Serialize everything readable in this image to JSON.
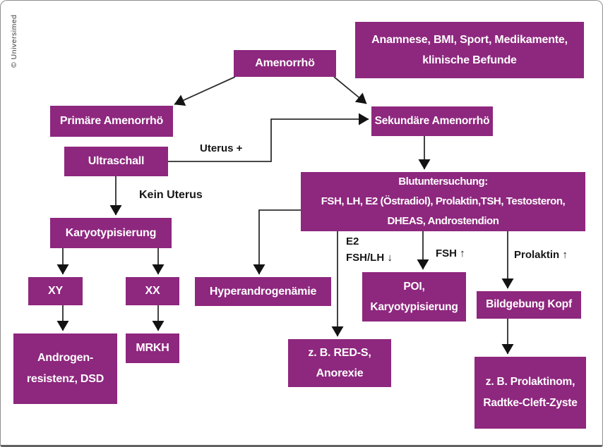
{
  "meta": {
    "copyright": "© Universimed"
  },
  "colors": {
    "node_bg": "#8E277E",
    "node_text": "#FFFFFF",
    "connector": "#2E2E2E",
    "frame_border": "#8E8E8E"
  },
  "nodes": {
    "amenorrhoe": {
      "label": "Amenorrhö"
    },
    "anamnese": {
      "lines": [
        "Anamnese, BMI, Sport, Medikamente,",
        "klinische Befunde"
      ]
    },
    "primaere_amenorrhoe": {
      "label": "Primäre Amenorrhö"
    },
    "sekundaere_amenorrhoe": {
      "label": "Sekundäre Amenorrhö"
    },
    "ultraschall": {
      "label": "Ultraschall"
    },
    "karyotypisierung": {
      "label": "Karyotypisierung"
    },
    "xy": {
      "label": "XY"
    },
    "xx": {
      "label": "XX"
    },
    "androgenresistenz": {
      "lines": [
        "Androgen-",
        "resistenz, DSD"
      ]
    },
    "mrkh": {
      "label": "MRKH"
    },
    "blutuntersuchung": {
      "lines": [
        "Blutuntersuchung:",
        "FSH, LH, E2 (Östradiol), Prolaktin,TSH, Testosteron,",
        "DHEAS, Androstendion"
      ]
    },
    "hyperandrogenaemie": {
      "label": "Hyperandrogenämie"
    },
    "poi": {
      "lines": [
        "POI,",
        "Karyotypisierung"
      ]
    },
    "bildgebung_kopf": {
      "label": "Bildgebung Kopf"
    },
    "reds": {
      "lines": [
        "z. B. RED-S,",
        "Anorexie"
      ]
    },
    "prolaktinom": {
      "lines": [
        "z. B. Prolaktinom,",
        "Radtke-Cleft-Zyste"
      ]
    }
  },
  "edge_labels": {
    "uterus_plus": "Uterus +",
    "kein_uterus": "Kein Uterus",
    "e2": "E2",
    "fsh_lh_down": "FSH/LH ↓",
    "fsh_high": "FSH ↑",
    "prolaktin_high": "Prolaktin ↑"
  }
}
